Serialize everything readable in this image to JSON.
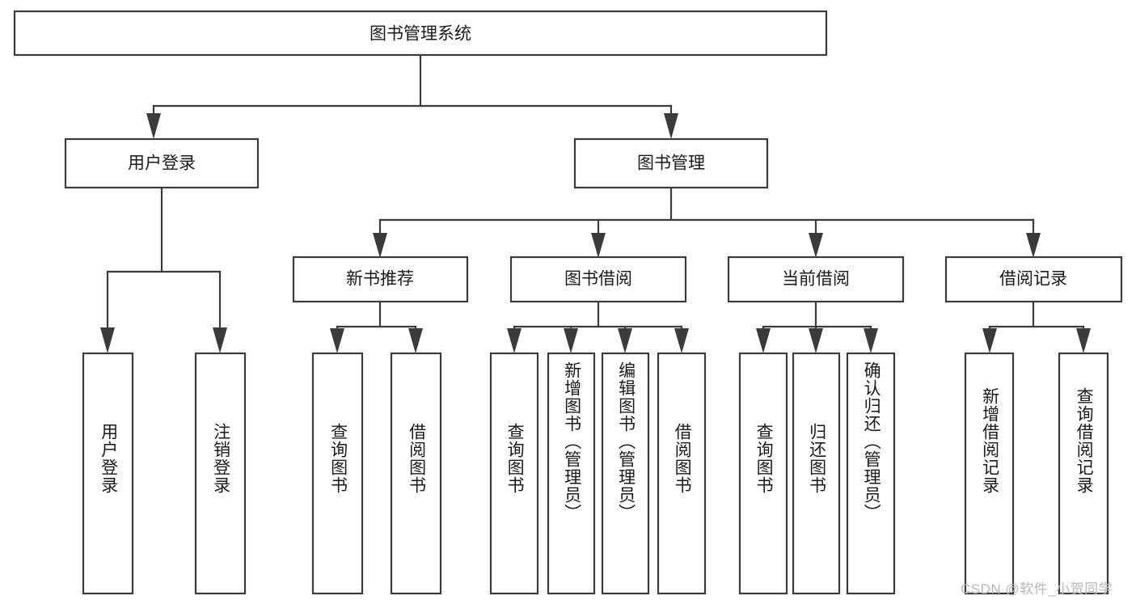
{
  "diagram": {
    "type": "tree-hierarchy",
    "title": "图书管理系统",
    "root": {
      "id": "root",
      "label": "图书管理系统",
      "orientation": "horizontal"
    },
    "level2": [
      {
        "id": "user-login",
        "label": "用户登录",
        "orientation": "horizontal"
      },
      {
        "id": "book-manage",
        "label": "图书管理",
        "orientation": "horizontal"
      }
    ],
    "level3": [
      {
        "id": "new-book-recommend",
        "label": "新书推荐",
        "orientation": "horizontal",
        "parent": "book-manage"
      },
      {
        "id": "book-borrow",
        "label": "图书借阅",
        "orientation": "horizontal",
        "parent": "book-manage"
      },
      {
        "id": "current-borrow",
        "label": "当前借阅",
        "orientation": "horizontal",
        "parent": "book-manage"
      },
      {
        "id": "borrow-record",
        "label": "借阅记录",
        "orientation": "horizontal",
        "parent": "book-manage"
      }
    ],
    "leaves": [
      {
        "id": "leaf-user-login",
        "label": "用户登录",
        "orientation": "vertical",
        "parent": "user-login"
      },
      {
        "id": "leaf-user-logout",
        "label": "注销登录",
        "orientation": "vertical",
        "parent": "user-login"
      },
      {
        "id": "leaf-query-book-1",
        "label": "查询图书",
        "orientation": "vertical",
        "parent": "new-book-recommend"
      },
      {
        "id": "leaf-borrow-book-1",
        "label": "借阅图书",
        "orientation": "vertical",
        "parent": "new-book-recommend"
      },
      {
        "id": "leaf-query-book-2",
        "label": "查询图书",
        "orientation": "vertical",
        "parent": "book-borrow"
      },
      {
        "id": "leaf-add-book",
        "label": "新增图书（管理员）",
        "orientation": "vertical",
        "parent": "book-borrow"
      },
      {
        "id": "leaf-edit-book",
        "label": "编辑图书（管理员）",
        "orientation": "vertical",
        "parent": "book-borrow"
      },
      {
        "id": "leaf-borrow-book-2",
        "label": "借阅图书",
        "orientation": "vertical",
        "parent": "book-borrow"
      },
      {
        "id": "leaf-query-book-3",
        "label": "查询图书",
        "orientation": "vertical",
        "parent": "current-borrow"
      },
      {
        "id": "leaf-return-book",
        "label": "归还图书",
        "orientation": "vertical",
        "parent": "current-borrow"
      },
      {
        "id": "leaf-confirm-return",
        "label": "确认归还（管理员）",
        "orientation": "vertical",
        "parent": "current-borrow"
      },
      {
        "id": "leaf-add-record",
        "label": "新增借阅记录",
        "orientation": "vertical",
        "parent": "borrow-record"
      },
      {
        "id": "leaf-query-record",
        "label": "查询借阅记录",
        "orientation": "vertical",
        "parent": "borrow-record"
      }
    ],
    "colors": {
      "stroke": "#3b3b3b",
      "fill": "#ffffff",
      "text": "#1a1a1a",
      "watermark": "#b8b8b8",
      "background": "#ffffff"
    }
  },
  "watermark": {
    "text": "CSDN @软件_小贺同学"
  }
}
